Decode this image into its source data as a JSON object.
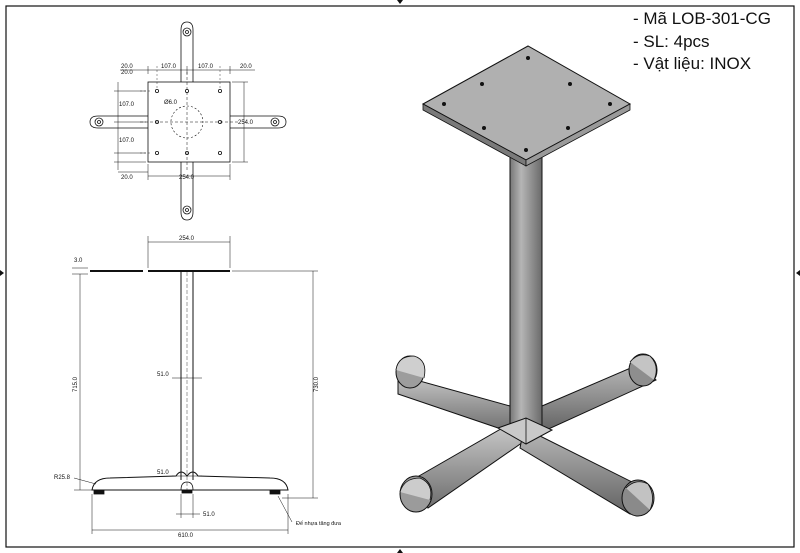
{
  "title_block": {
    "line_code": "- Mã LOB-301-CG",
    "line_qty": "- SL: 4pcs",
    "line_material": "- Vật liệu: INOX"
  },
  "top_view": {
    "dim_20_tl": "20.0",
    "dim_107_l": "107.0",
    "dim_107_r": "107.0",
    "dim_20_tr": "20.0",
    "dim_20_l": "20.0",
    "dim_107_side_top": "107.0",
    "dim_107_side_bottom": "107.0",
    "dim_20_bottom": "20.0",
    "dim_hole": "Ø6.0",
    "dim_254_right": "254.0",
    "dim_254_bottom": "254.0"
  },
  "side_view": {
    "dim_254_top": "254.0",
    "dim_3": "3.0",
    "dim_715": "715.0",
    "dim_730": "730.0",
    "dim_51_upper": "51.0",
    "dim_51_lower": "51.0",
    "dim_r25": "R25.8",
    "dim_51_base": "51.0",
    "dim_610": "610.0",
    "note_foot": "Đế nhựa tăng đưa"
  },
  "colors": {
    "line": "#111111",
    "metal_light": "#bcbcbc",
    "metal_mid": "#8f8f8f",
    "metal_dark": "#5e5e5e",
    "plate": "#b3b3b3"
  }
}
